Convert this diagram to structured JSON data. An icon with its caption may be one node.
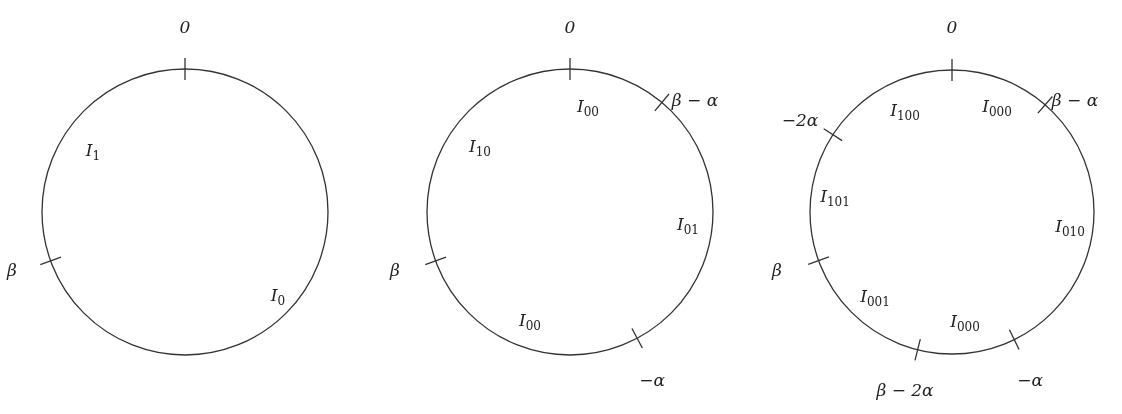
{
  "diagram": {
    "nodes": [
      {
        "text": [],
        "shape": "circle"
      },
      {
        "text": [],
        "shape": "circle"
      },
      {
        "text": [],
        "shape": "circle"
      }
    ],
    "labels": [
      "0",
      "I$_{1}$",
      "β",
      "I$_{0}$",
      "0",
      "β − α",
      "I$_{00}$",
      "I$_{10}$",
      "I$_{01}$",
      "β",
      "I$_{00}$",
      "−α",
      "0",
      "β − α",
      "−2α",
      "I$_{100}$",
      "I$_{000}$",
      "I$_{101}$",
      "I$_{010}$",
      "β",
      "I$_{001}$",
      "I$_{000}$",
      "−α",
      "β − 2α"
    ]
  }
}
